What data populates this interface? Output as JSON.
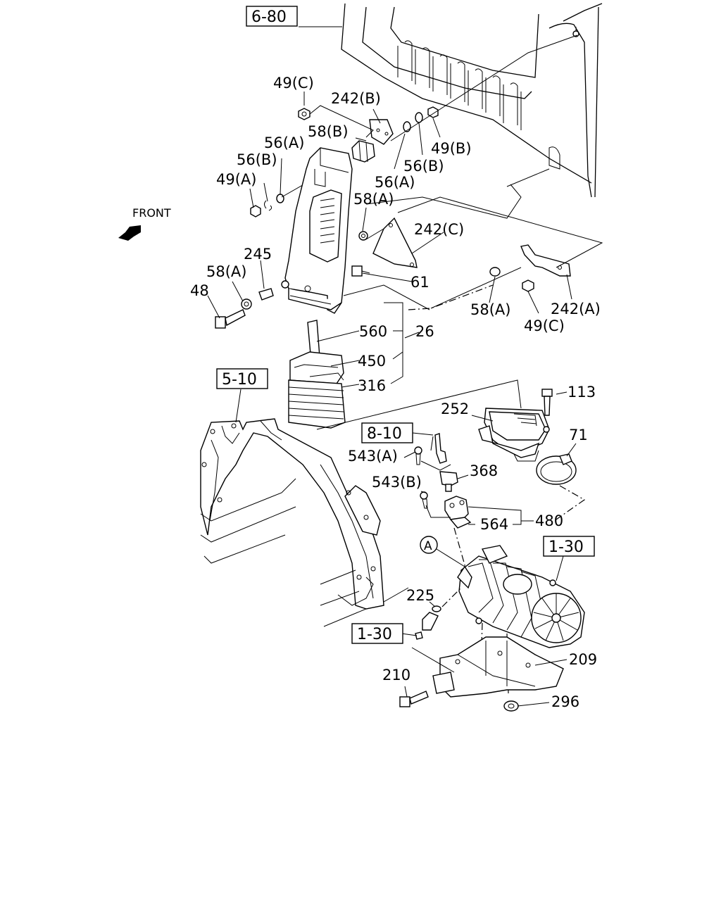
{
  "diagram": {
    "orientation_label": "FRONT",
    "reference_boxes": {
      "ref_6_80": "6-80",
      "ref_5_10": "5-10",
      "ref_8_10": "8-10",
      "ref_1_30_top": "1-30",
      "ref_1_30_bottom": "1-30"
    },
    "callout_circle": "A",
    "part_labels": {
      "p49c_top": "49(C)",
      "p242b": "242(B)",
      "p58b": "58(B)",
      "p56a_left": "56(A)",
      "p56b_left": "56(B)",
      "p49a": "49(A)",
      "p49b": "49(B)",
      "p56b_right": "56(B)",
      "p56a_right": "56(A)",
      "p58a_upper": "58(A)",
      "p242c": "242(C)",
      "p245": "245",
      "p58a_left": "58(A)",
      "p48": "48",
      "p61": "61",
      "p58a_right": "58(A)",
      "p242a": "242(A)",
      "p49c_right": "49(C)",
      "p560": "560",
      "p26": "26",
      "p450": "450",
      "p316": "316",
      "p113": "113",
      "p252": "252",
      "p71": "71",
      "p543a": "543(A)",
      "p368": "368",
      "p543b": "543(B)",
      "p480": "480",
      "p564": "564",
      "p225": "225",
      "p209": "209",
      "p210": "210",
      "p296": "296"
    }
  }
}
